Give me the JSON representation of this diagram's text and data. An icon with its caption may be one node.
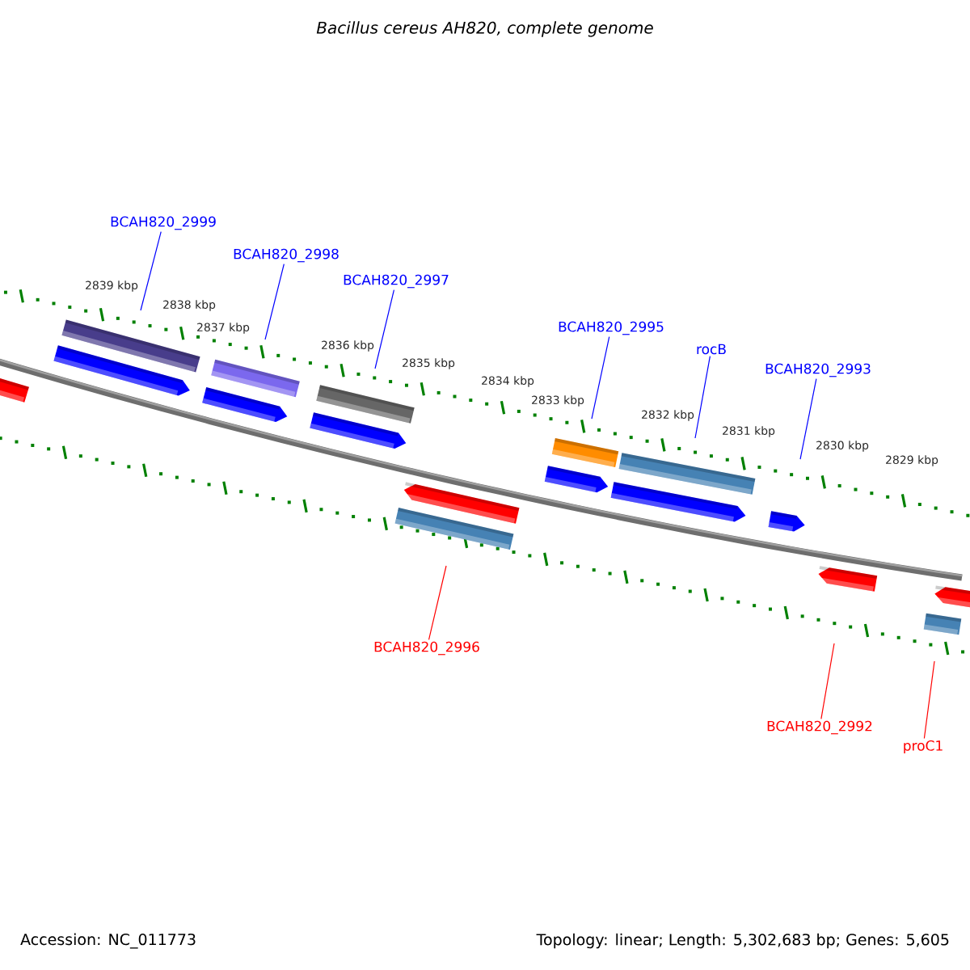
{
  "diagram": {
    "title": "Bacillus cereus AH820, complete genome",
    "nodes": [
      {
        "text": [
          "BCAH820_2999"
        ]
      },
      {
        "text": [
          "BCAH820_2998"
        ]
      },
      {
        "text": [
          "BCAH820_2997"
        ]
      },
      {
        "text": [
          "BCAH820_2995"
        ]
      },
      {
        "text": [
          "rocB"
        ]
      },
      {
        "text": [
          "BCAH820_2993"
        ]
      },
      {
        "text": [
          "BCAH820_2996"
        ]
      },
      {
        "text": [
          "BCAH820_2992"
        ]
      },
      {
        "text": [
          "proC1"
        ]
      }
    ],
    "edges": [
      {
        "from": 0,
        "to": null,
        "arrow": "none"
      },
      {
        "from": 1,
        "to": null,
        "arrow": "none"
      },
      {
        "from": 2,
        "to": null,
        "arrow": "none"
      },
      {
        "from": 3,
        "to": null,
        "arrow": "none"
      },
      {
        "from": 4,
        "to": null,
        "arrow": "none"
      },
      {
        "from": 5,
        "to": null,
        "arrow": "none"
      },
      {
        "from": 6,
        "to": null,
        "arrow": "none",
        "color": "#ff0000"
      },
      {
        "from": 7,
        "to": null,
        "arrow": "none",
        "color": "#ff0000"
      },
      {
        "from": 8,
        "to": null,
        "arrow": "none",
        "color": "#ff0000"
      }
    ],
    "labels": [
      "2839 kbp",
      "2838 kbp",
      "2837 kbp",
      "2836 kbp",
      "2835 kbp",
      "2834 kbp",
      "2833 kbp",
      "2832 kbp",
      "2831 kbp",
      "2830 kbp",
      "2829 kbp",
      "Accession: NC_011773",
      "Topology: linear; Length: 5,302,683 bp; Genes: 5,605"
    ]
  }
}
